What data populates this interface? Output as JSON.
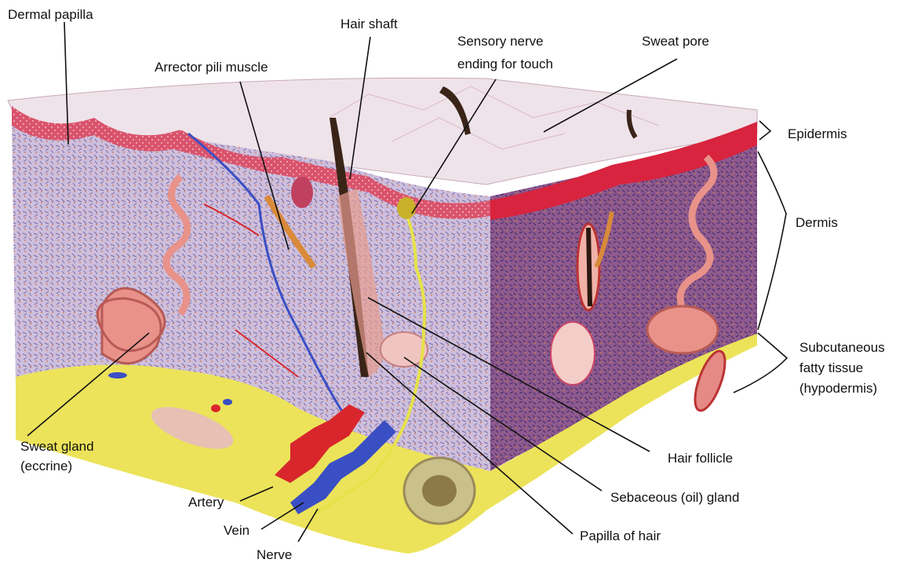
{
  "labels": {
    "dermal_papilla": "Dermal papilla",
    "hair_shaft": "Hair shaft",
    "sensory_line1": "Sensory nerve",
    "sensory_line2": "ending for touch",
    "sweat_pore": "Sweat pore",
    "arrector_pili": "Arrector pili muscle",
    "epidermis": "Epidermis",
    "dermis": "Dermis",
    "subcut_line1": "Subcutaneous",
    "subcut_line2": "fatty tissue",
    "subcut_line3": "(hypodermis)",
    "sweat_gland_line1": "Sweat gland",
    "sweat_gland_line2": "(eccrine)",
    "hair_follicle": "Hair follicle",
    "sebaceous": "Sebaceous (oil) gland",
    "papilla_hair": "Papilla of hair",
    "artery": "Artery",
    "vein": "Vein",
    "nerve": "Nerve"
  },
  "colors": {
    "epidermis": "#d9506a",
    "dermis": "#c9b8d8",
    "dermis_right": "#8a4f86",
    "fat": "#ece35a",
    "artery": "#d8262c",
    "vein": "#3a4fc4",
    "nerve": "#e6e24a",
    "hair": "#3a2418",
    "gland": "#e8928a"
  }
}
